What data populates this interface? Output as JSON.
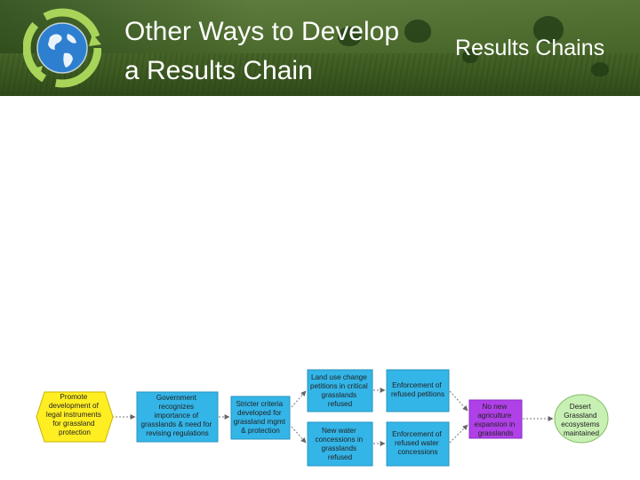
{
  "title": {
    "line1": "Other Ways to Develop",
    "line2": "a Results Chain",
    "overlay": "Results Chains"
  },
  "colors": {
    "strategy": "#ffee22",
    "intermediate_result": "#33b5e8",
    "threat_reduction": "#b040e8",
    "target": "#c8f0b4"
  },
  "icons": {
    "logo": "globe-recycle-logo"
  },
  "diagram": {
    "nodes": [
      {
        "id": "strategy",
        "type": "strategy",
        "lines": [
          "Promote",
          "development of",
          "legal instruments",
          "for grassland",
          "protection"
        ]
      },
      {
        "id": "gov",
        "type": "intermediate_result",
        "lines": [
          "Government",
          "recognizes",
          "importance of",
          "grasslands & need for",
          "revising regulations"
        ]
      },
      {
        "id": "criteria",
        "type": "intermediate_result",
        "lines": [
          "Stricter criteria",
          "developed for",
          "grassland mgmt",
          "& protection"
        ]
      },
      {
        "id": "landuse",
        "type": "intermediate_result",
        "lines": [
          "Land use change",
          "petitions in critical",
          "grasslands",
          "refused"
        ]
      },
      {
        "id": "water",
        "type": "intermediate_result",
        "lines": [
          "New water",
          "concessions in",
          "grasslands",
          "refused"
        ]
      },
      {
        "id": "enf1",
        "type": "intermediate_result",
        "lines": [
          "Enforcement of",
          "refused petitions"
        ]
      },
      {
        "id": "enf2",
        "type": "intermediate_result",
        "lines": [
          "Enforcement of",
          "refused water",
          "concessions"
        ]
      },
      {
        "id": "noag",
        "type": "threat_reduction",
        "lines": [
          "No new",
          "agriculture",
          "expansion in",
          "grasslands"
        ]
      },
      {
        "id": "target",
        "type": "target",
        "lines": [
          "Desert",
          "Grassland",
          "ecosystems",
          "maintained"
        ]
      }
    ]
  }
}
